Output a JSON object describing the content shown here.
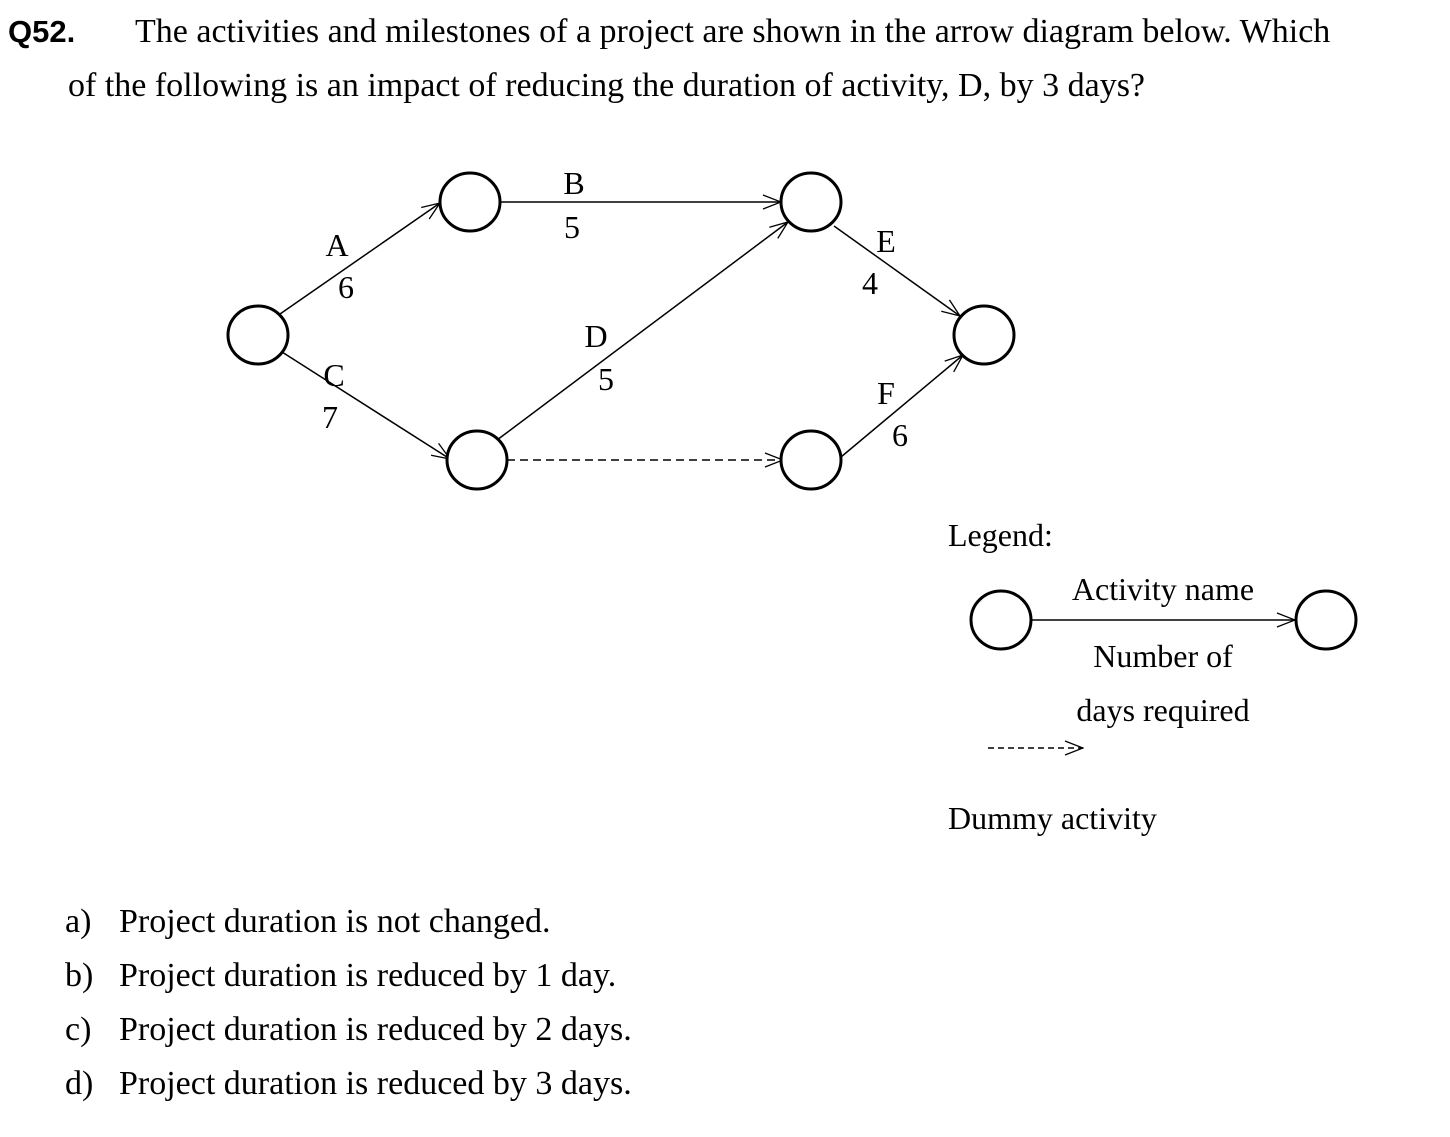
{
  "question": {
    "number": "Q52.",
    "line1": "The activities and milestones of a project are shown in the arrow diagram below. Which",
    "line2": "of the following is an impact of reducing the duration of activity, D, by 3 days?"
  },
  "diagram": {
    "nodes": [
      "n1",
      "n2",
      "n3",
      "n4",
      "n5",
      "n6"
    ],
    "activities": [
      {
        "name": "A",
        "days": "6",
        "from": "n1",
        "to": "n2"
      },
      {
        "name": "B",
        "days": "5",
        "from": "n2",
        "to": "n4"
      },
      {
        "name": "C",
        "days": "7",
        "from": "n1",
        "to": "n3"
      },
      {
        "name": "D",
        "days": "5",
        "from": "n3",
        "to": "n4"
      },
      {
        "name": "E",
        "days": "4",
        "from": "n4",
        "to": "n6"
      },
      {
        "name": "F",
        "days": "6",
        "from": "n5",
        "to": "n6"
      }
    ],
    "dummy": {
      "from": "n3",
      "to": "n5"
    }
  },
  "legend": {
    "title": "Legend:",
    "activity_name": "Activity name",
    "days_line1": "Number of",
    "days_line2": "days required",
    "dummy_label": "Dummy activity"
  },
  "options": [
    {
      "letter": "a)",
      "text": "Project duration is not changed."
    },
    {
      "letter": "b)",
      "text": "Project duration is reduced by 1 day."
    },
    {
      "letter": "c)",
      "text": "Project duration is reduced by 2 days."
    },
    {
      "letter": "d)",
      "text": "Project duration is reduced by 3 days."
    }
  ]
}
